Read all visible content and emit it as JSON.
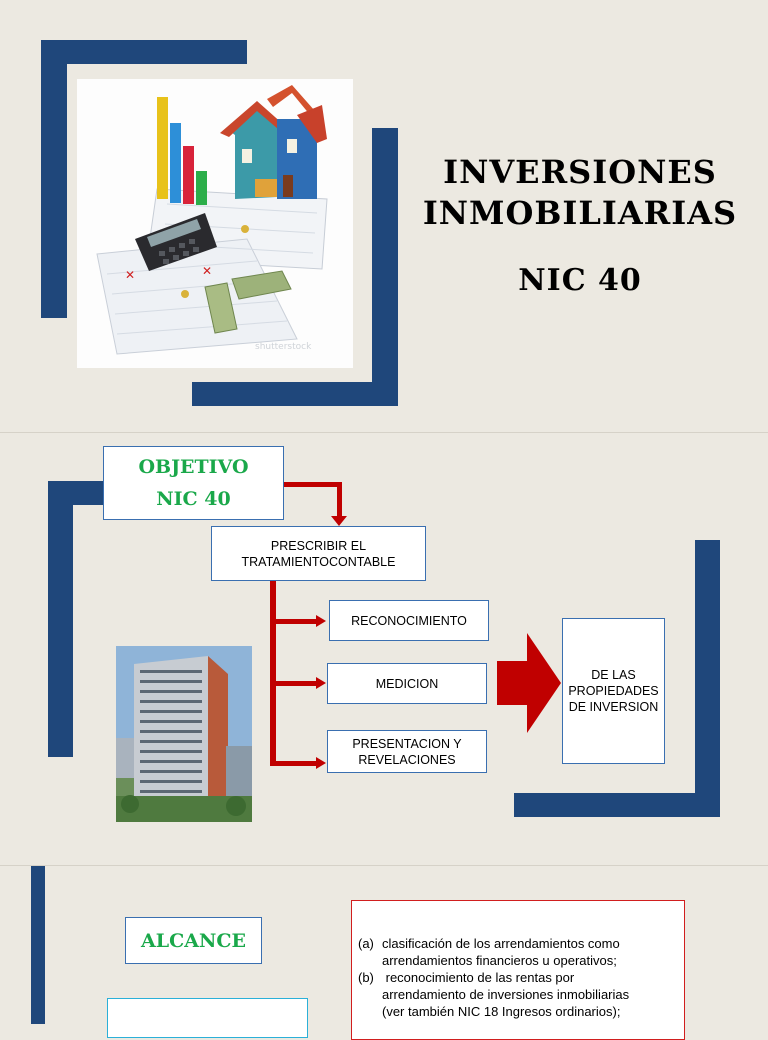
{
  "slide1": {
    "title_line1": "INVERSIONES",
    "title_line2": "INMOBILIARIAS",
    "subtitle": "NIC 40",
    "image_watermark": "shutterstock"
  },
  "slide2": {
    "objetivo_line1": "OBJETIVO",
    "objetivo_line2": "NIC 40",
    "prescribir_line1": "PRESCRIBIR EL",
    "prescribir_line2": "TRATAMIENTOCONTABLE",
    "item1": "RECONOCIMIENTO",
    "item2": "MEDICION",
    "item3_line1": "PRESENTACION Y",
    "item3_line2": "REVELACIONES",
    "result_line1": "DE LAS",
    "result_line2": "PROPIEDADES",
    "result_line3": "DE INVERSION"
  },
  "slide3": {
    "alcance": "ALCANCE",
    "items": [
      {
        "marker": "(a)",
        "lines": [
          "clasificación de los arrendamientos como",
          "arrendamientos financieros u operativos;"
        ]
      },
      {
        "marker": "(b)",
        "lines": [
          " reconocimiento de las rentas por",
          "arrendamiento de inversiones inmobiliarias",
          "(ver también NIC 18 Ingresos ordinarios);"
        ]
      }
    ]
  },
  "colors": {
    "background": "#ece9e1",
    "frame_blue": "#1f477b",
    "arrow_red": "#c00000",
    "title_green": "#1aa84a",
    "box_border": "#3a6fb0"
  }
}
